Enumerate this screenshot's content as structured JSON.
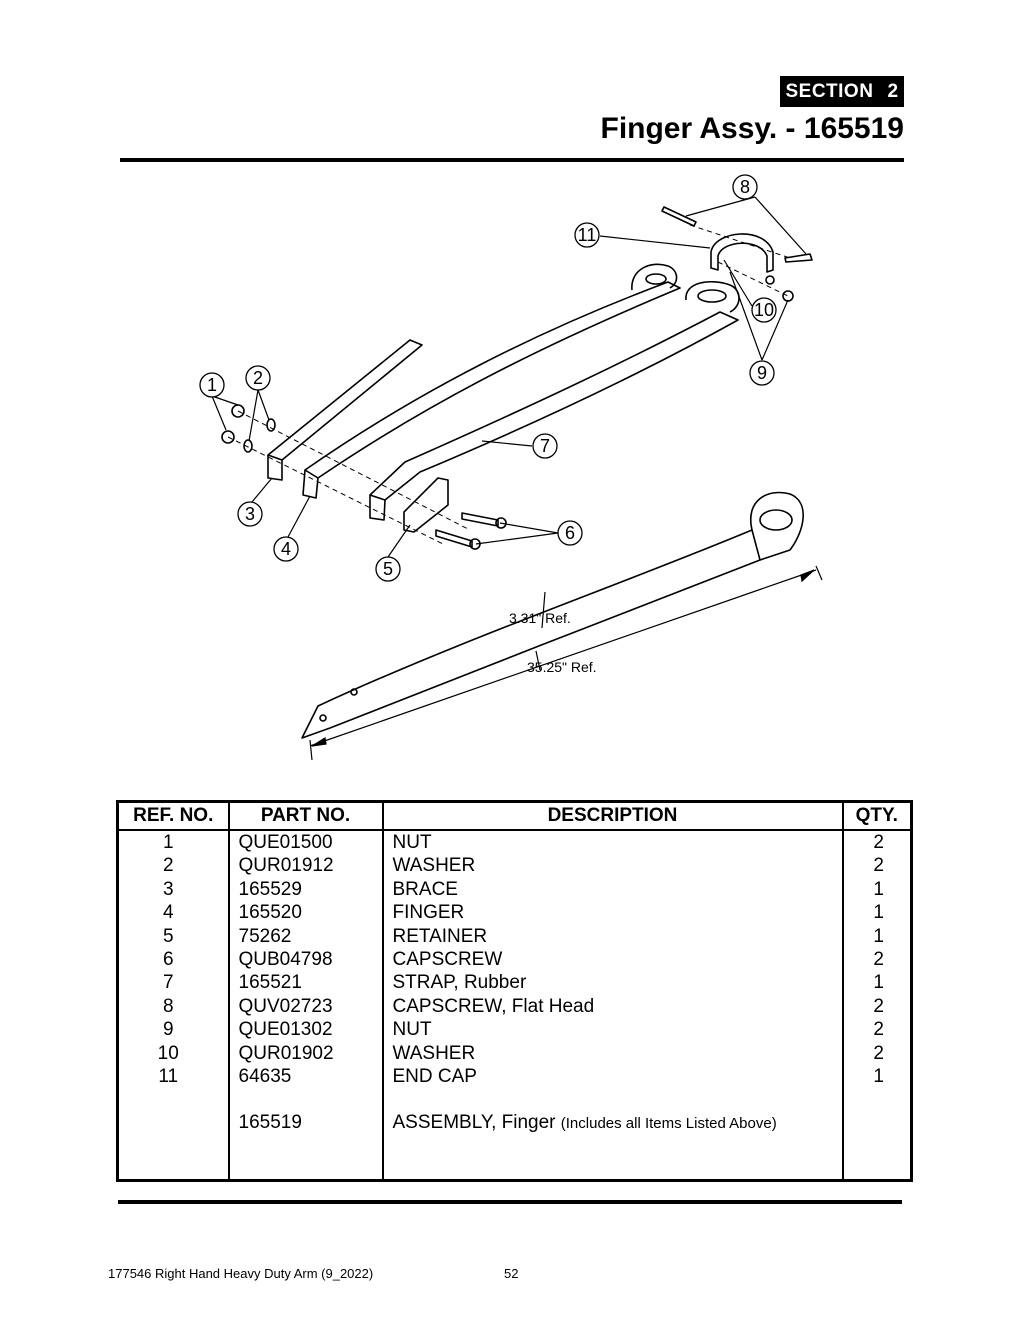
{
  "header": {
    "section_label": "SECTION",
    "section_number": "2",
    "title": "Finger Assy. - 165519"
  },
  "diagram": {
    "callouts": [
      "1",
      "2",
      "3",
      "4",
      "5",
      "6",
      "7",
      "8",
      "9",
      "10",
      "11"
    ],
    "dimensions": {
      "width_label": "3.31\" Ref.",
      "length_label": "35.25\" Ref."
    }
  },
  "table": {
    "headers": {
      "ref": "REF. NO.",
      "part": "PART NO.",
      "desc": "DESCRIPTION",
      "qty": "QTY."
    },
    "rows": [
      {
        "ref": "1",
        "part": "QUE01500",
        "desc": "NUT",
        "qty": "2"
      },
      {
        "ref": "2",
        "part": "QUR01912",
        "desc": "WASHER",
        "qty": "2"
      },
      {
        "ref": "3",
        "part": "165529",
        "desc": "BRACE",
        "qty": "1"
      },
      {
        "ref": "4",
        "part": "165520",
        "desc": "FINGER",
        "qty": "1"
      },
      {
        "ref": "5",
        "part": "75262",
        "desc": "RETAINER",
        "qty": "1"
      },
      {
        "ref": "6",
        "part": "QUB04798",
        "desc": "CAPSCREW",
        "qty": "2"
      },
      {
        "ref": "7",
        "part": "165521",
        "desc": "STRAP, Rubber",
        "qty": "1"
      },
      {
        "ref": "8",
        "part": "QUV02723",
        "desc": "CAPSCREW, Flat Head",
        "qty": "2"
      },
      {
        "ref": "9",
        "part": "QUE01302",
        "desc": "NUT",
        "qty": "2"
      },
      {
        "ref": "10",
        "part": "QUR01902",
        "desc": "WASHER",
        "qty": "2"
      },
      {
        "ref": "11",
        "part": "64635",
        "desc": "END CAP",
        "qty": "1"
      }
    ],
    "assembly": {
      "part": "165519",
      "desc": "ASSEMBLY, Finger",
      "note": "(Includes all Items Listed Above)"
    }
  },
  "footer": {
    "document": "177546 Right Hand Heavy Duty Arm (9_2022)",
    "page": "52"
  }
}
